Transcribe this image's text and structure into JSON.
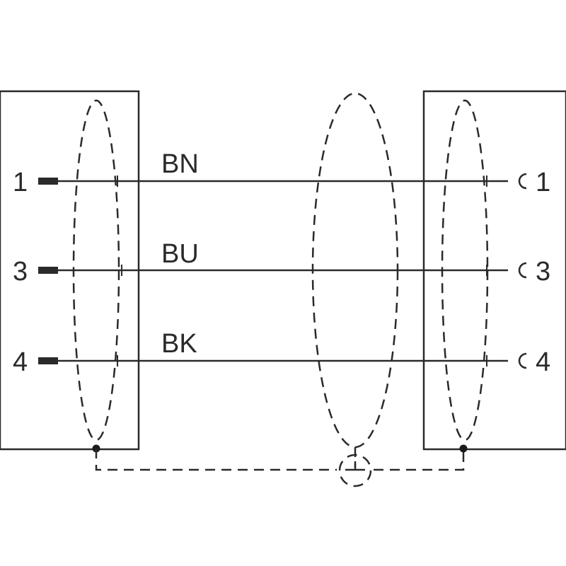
{
  "left_connector": {
    "pins": [
      "1",
      "3",
      "4"
    ]
  },
  "right_connector": {
    "pins": [
      "1",
      "3",
      "4"
    ]
  },
  "wires": [
    {
      "color_code": "BN"
    },
    {
      "color_code": "BU"
    },
    {
      "color_code": "BK"
    }
  ]
}
